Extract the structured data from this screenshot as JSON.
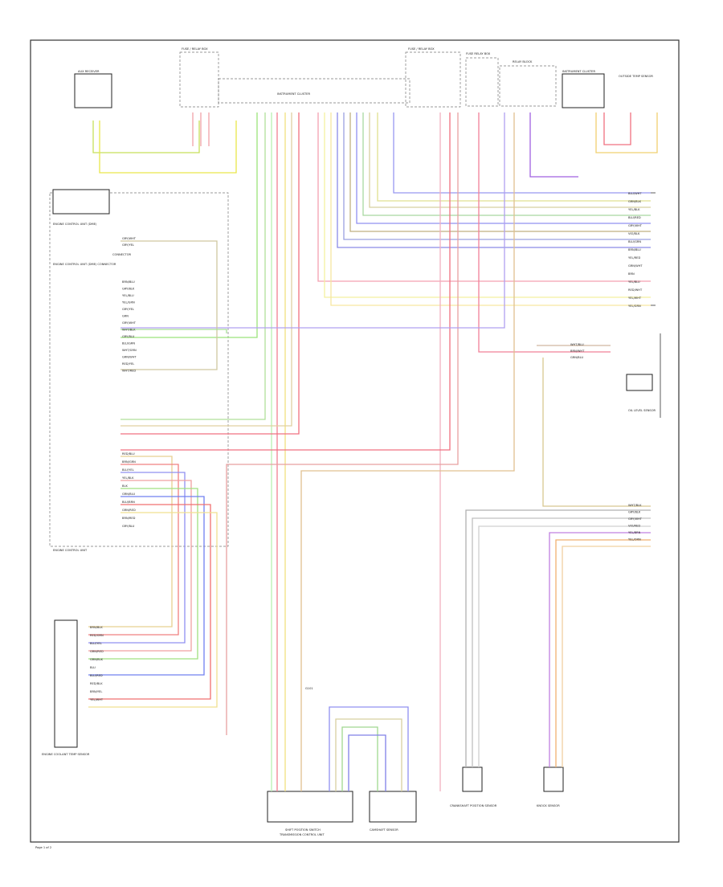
{
  "page": {
    "page_label": "Page 1 of 2"
  },
  "components": {
    "left_module_top": "AUX RECEIVER",
    "fuse_top_left": "FUSE / RELAY BOX",
    "fuse_top_right": "FUSE / RELAY BOX",
    "fuse_relay": "FUSE RELAY BOX",
    "relay_block": "RELAY BLOCK",
    "right_module_top": "INSTRUMENT CLUSTER",
    "right_sensor_top": "OUTSIDE TEMP SENSOR",
    "left_panel_a": "ENGINE CONTROL UNIT (DME)",
    "left_panel_b": "ENGINE CONTROL UNIT (DME) CONNECTOR",
    "left_panel_c": "ENGINE CONTROL UNIT",
    "left_panel_note": "CONNECTOR",
    "left_bottom_module": "ENGINE COOLANT TEMP SENSOR",
    "center_top_label": "INSTRUMENT CLUSTER",
    "center_bottom_a": "SHIFT POSITION SWITCH",
    "center_bottom_b": "TRANSMISSION CONTROL UNIT",
    "center_bottom_c": "CAMSHAFT SENSOR",
    "bottom_sensor_left": "CRANKSHAFT POSITION SENSOR",
    "bottom_sensor_right": "KNOCK SENSOR",
    "right_side_sensor": "OIL LEVEL SENSOR",
    "ground_label": "G101"
  },
  "wire_legend": {
    "right_rows": [
      "BLU/WHT",
      "GRN/BLK",
      "YEL/BLK",
      "BLU/RED",
      "GRY/WHT",
      "VIO/BLK",
      "BLU/GRN",
      "BRN/BLU",
      "YEL/RED",
      "GRN/WHT",
      "BRN",
      "YEL/BLU",
      "RED/WHT",
      "YEL/WHT",
      "YEL/GRN"
    ],
    "right_mid_rows": [
      "WHT/BLU",
      "BRN/WHT",
      "GRN/BLU"
    ],
    "right_bottom_rows": [
      "WHT/BLK",
      "GRY/BLK",
      "GRY/WHT",
      "VIO/RED",
      "YEL/BRN",
      "YEL/ORN"
    ],
    "left_rows_a": [
      "GRY/WHT",
      "GRY/YEL"
    ],
    "left_rows_b": [
      "BRN/BLU",
      "GRY/BLK",
      "YEL/BLU",
      "YEL/GRN",
      "GRY/YEL",
      "GRN",
      "GRY/WHT",
      "WHT/BLK",
      "GRY/BLU",
      "BLU/GRN",
      "WHT/GRN",
      "GRN/WHT",
      "RED/YEL",
      "WHT/RED"
    ],
    "left_rows_c": [
      "RED/BLU",
      "BRN/GRN",
      "BLU/YEL",
      "YEL/BLK",
      "BLK",
      "GRN/BLU",
      "BLU/BRN",
      "GRN/RED",
      "BRN/RED",
      "GRY/BLU"
    ],
    "left_bottom_rows": [
      "BRN/BLK",
      "RED/GRN",
      "BLU/YEL",
      "GRN/RED",
      "GRN/BLK",
      "BLU",
      "BLU/RED",
      "RED/BLK",
      "BRN/YEL",
      "YEL/WHT"
    ]
  }
}
